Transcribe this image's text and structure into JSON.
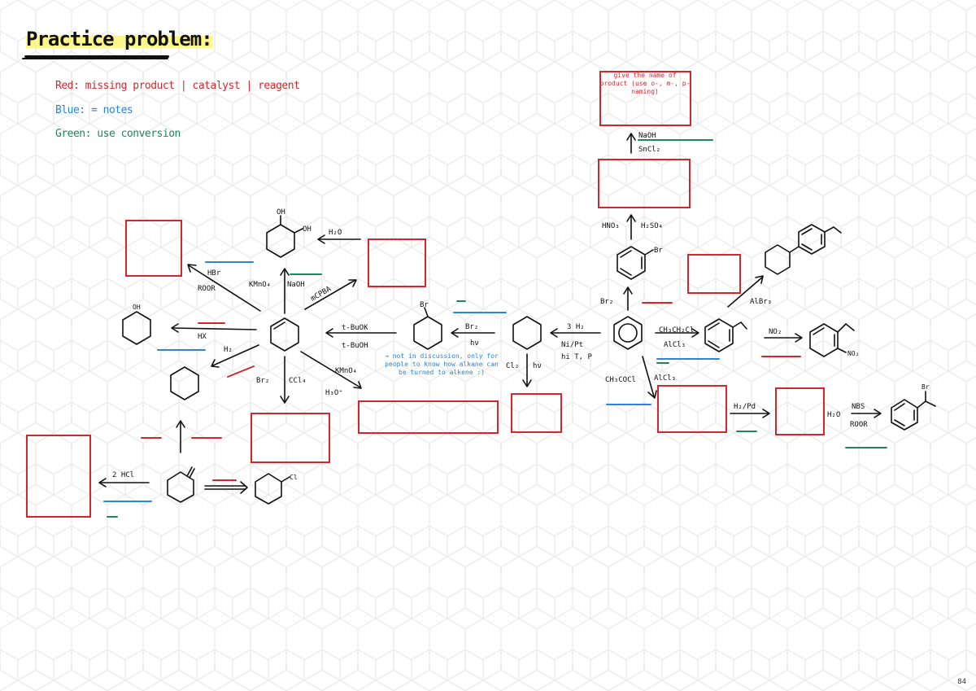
{
  "header": {
    "title": "Practice problem:"
  },
  "legend": {
    "red": "Red: missing product | catalyst | reagent",
    "blue": "Blue: = notes",
    "green": "Green: use conversion"
  },
  "notes": {
    "box_text": "give the name of product (use o-, m-, p- naming)",
    "blue_note": "→ not in discussion, only for people to know how alkane can be turned to alkene :)"
  },
  "reagents": {
    "h2o": "H₂O",
    "hbr": "HBr",
    "roor": "ROOR",
    "kmno4_1": "KMnO₄",
    "naoh": "NaOH",
    "mcpba": "mCPBA",
    "hx": "HX",
    "h2": "H₂",
    "br2": "Br₂",
    "ccl4": "CCl₄",
    "kmno4_2": "KMnO₄",
    "h3o": "H₃O⁺",
    "tbuok": "t-BuOK",
    "tbuoh": "t-BuOH",
    "br2_hv": "Br₂",
    "hv": "hν",
    "cl2": "Cl₂",
    "hv2": "hν",
    "three_h2": "3 H₂",
    "ni_pt": "Ni/Pt",
    "high_tp": "hi T, P",
    "hno3": "HNO₃",
    "h2so4": "H₂SO₄",
    "naoh_short": "NaOH",
    "sncl2": "SnCl₂",
    "br2_side": "Br₂",
    "ch3ch2cl": "CH₃CH₂Cl",
    "alcl3": "AlCl₃",
    "albr3": "AlBr₃",
    "no2": "NO₂",
    "ch3cocl": "CH₃COCl",
    "alcl3_b": "AlCl₃",
    "h2pd": "H₂/Pd",
    "h2o_b": "H₂O",
    "nbs": "NBS",
    "roor_b": "ROOR",
    "hcl_2": "2 HCl",
    "no2_sub": "NO₂",
    "oh": "OH",
    "br": "Br",
    "cl": "Cl"
  },
  "footer": {
    "page": "84"
  }
}
